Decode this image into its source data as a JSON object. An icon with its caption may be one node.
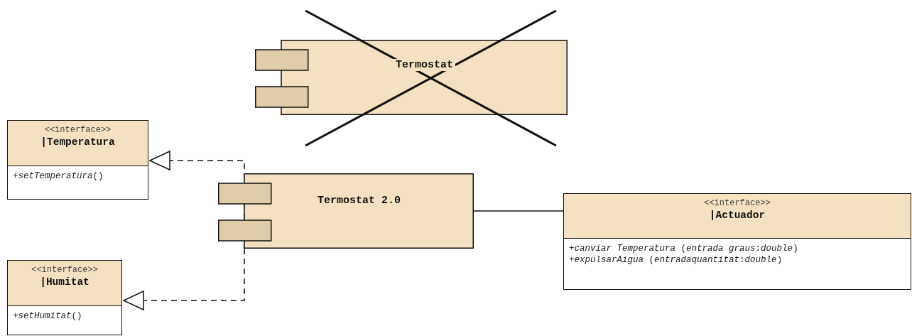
{
  "diagram": {
    "nodes": [
      {
        "text": [
          "Termostat"
        ]
      },
      {
        "text": [
          "<<interface>>",
          "|Temperatura",
          "+*setTemperatura*()"
        ]
      },
      {
        "text": [
          "Termostat 2.0"
        ]
      },
      {
        "text": [
          "<<interface>>",
          "|Actuador",
          "+*canviar Temperatura* (*entrada graus*:*double*)",
          "+*expulsarAigua* (*entradaquantitat*:*double*)"
        ]
      },
      {
        "text": [
          "<<interface>>",
          "|Humitat",
          "+*setHumitat*()"
        ]
      }
    ],
    "edges": [
      {
        "from": 2,
        "to": 1,
        "arrow": "to",
        "style": "dashed"
      },
      {
        "from": 2,
        "to": 4,
        "arrow": "to",
        "style": "dashed"
      },
      {
        "from": 2,
        "to": 3,
        "arrow": "none"
      }
    ]
  }
}
